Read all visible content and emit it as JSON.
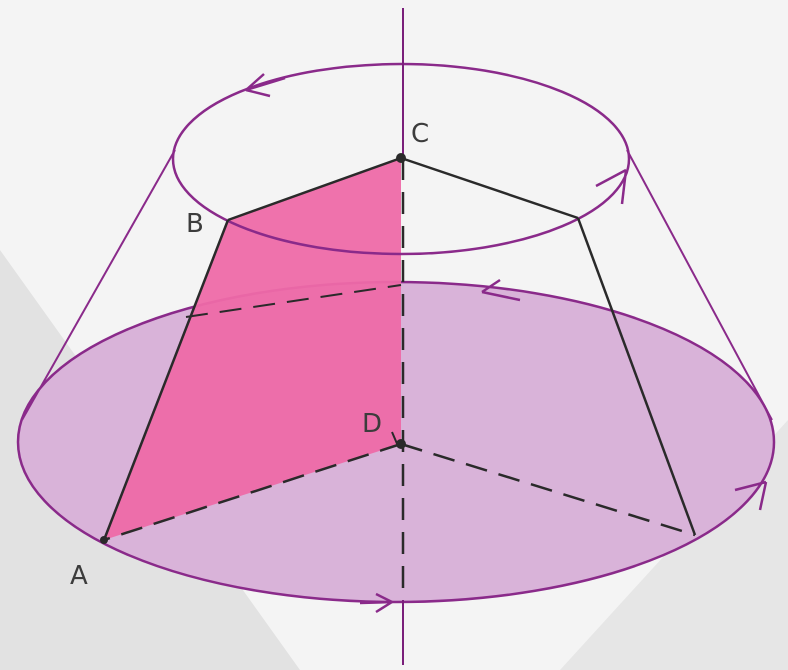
{
  "diagram": {
    "labels": {
      "a": "A",
      "b": "B",
      "c": "C",
      "d": "D"
    },
    "colors": {
      "background": "#f4f4f4",
      "background_shade": "#dcdcdc",
      "line": "#8a2a8a",
      "dark_line": "#2a2a2a",
      "base_fill": "#d9b3d9",
      "section_fill": "#ee6aa8",
      "axis": "#7a1f7a"
    }
  }
}
